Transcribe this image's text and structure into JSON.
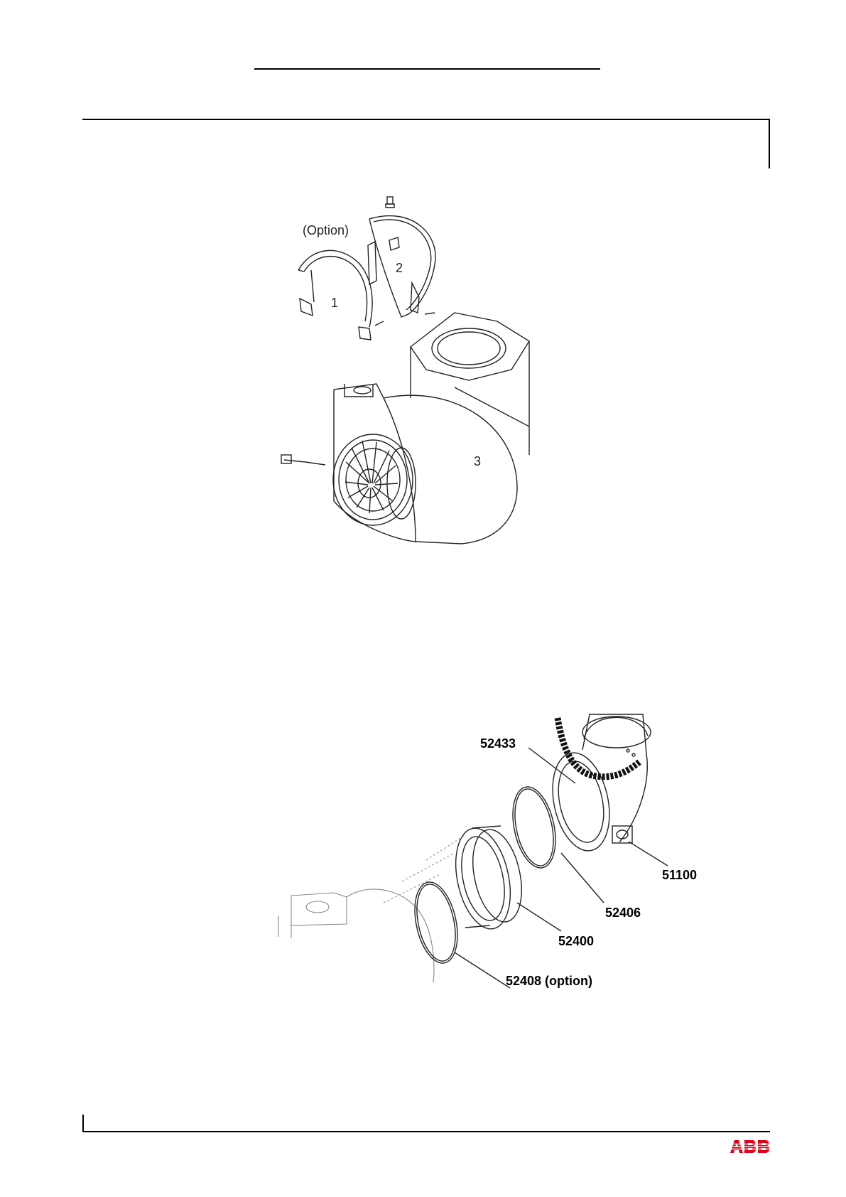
{
  "figure1": {
    "labels": {
      "option": "(Option)",
      "part1": "1",
      "part2": "2",
      "part3": "3"
    }
  },
  "figure2": {
    "labels": {
      "p52433": "52433",
      "p51100": "51100",
      "p52406": "52406",
      "p52400": "52400",
      "p52408": "52408 (option)"
    }
  },
  "footer": {
    "logo": "ABB",
    "logo_color": "#e2001a"
  }
}
